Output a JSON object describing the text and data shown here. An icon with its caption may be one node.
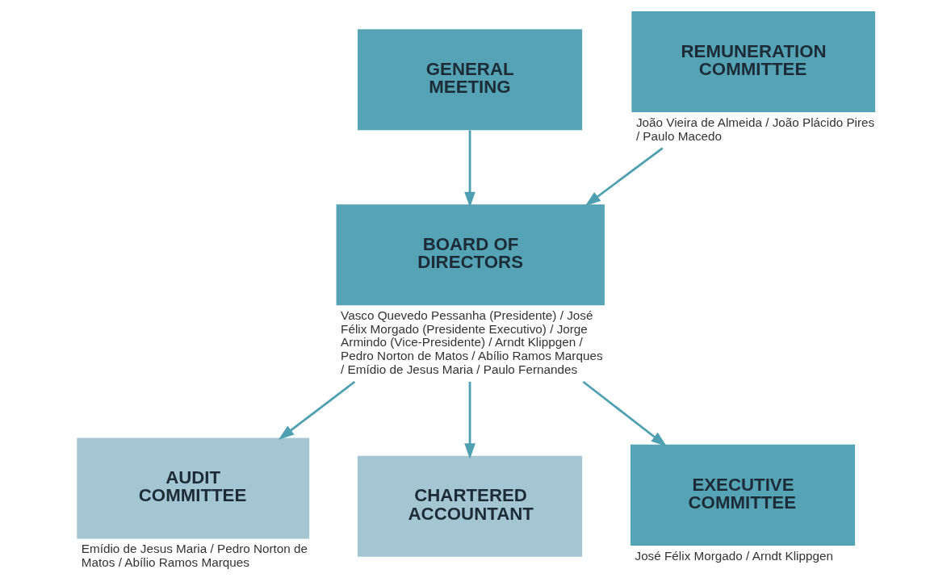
{
  "diagram": {
    "nodes": [
      {
        "text": [
          "GENERAL MEETING"
        ]
      },
      {
        "text": [
          "REMUNERATION COMMITTEE"
        ],
        "beside": [
          "João Vieira de Almeida / João Plácido Pires / Paulo Macedo"
        ]
      },
      {
        "text": [
          "BOARD OF DIRECTORS"
        ],
        "beside": [
          "Vasco Quevedo Pessanha (Presidente) / José Félix Morgado (Presidente Executivo) / Jorge Armindo (Vice-Presidente) / Arndt Klippgen / Pedro Norton de Matos / Abílio Ramos Marques / Emídio de Jesus Maria / Paulo Fernandes"
        ]
      },
      {
        "text": [
          "AUDIT COMMITTEE"
        ],
        "beside": [
          "Emídio de Jesus Maria / Pedro Norton de Matos / Abílio Ramos Marques"
        ]
      },
      {
        "text": [
          "CHARTERED ACCOUNTANT"
        ]
      },
      {
        "text": [
          "EXECUTIVE COMMITTEE"
        ],
        "beside": [
          "José Félix Morgado / Arndt Klippgen"
        ]
      }
    ],
    "edges": [
      {
        "from": 0,
        "to": 2,
        "arrow": "to"
      },
      {
        "from": 1,
        "to": 2,
        "arrow": "to"
      },
      {
        "from": 2,
        "to": 3,
        "arrow": "to"
      },
      {
        "from": 2,
        "to": 4,
        "arrow": "to"
      },
      {
        "from": 2,
        "to": 5,
        "arrow": "to"
      }
    ]
  }
}
